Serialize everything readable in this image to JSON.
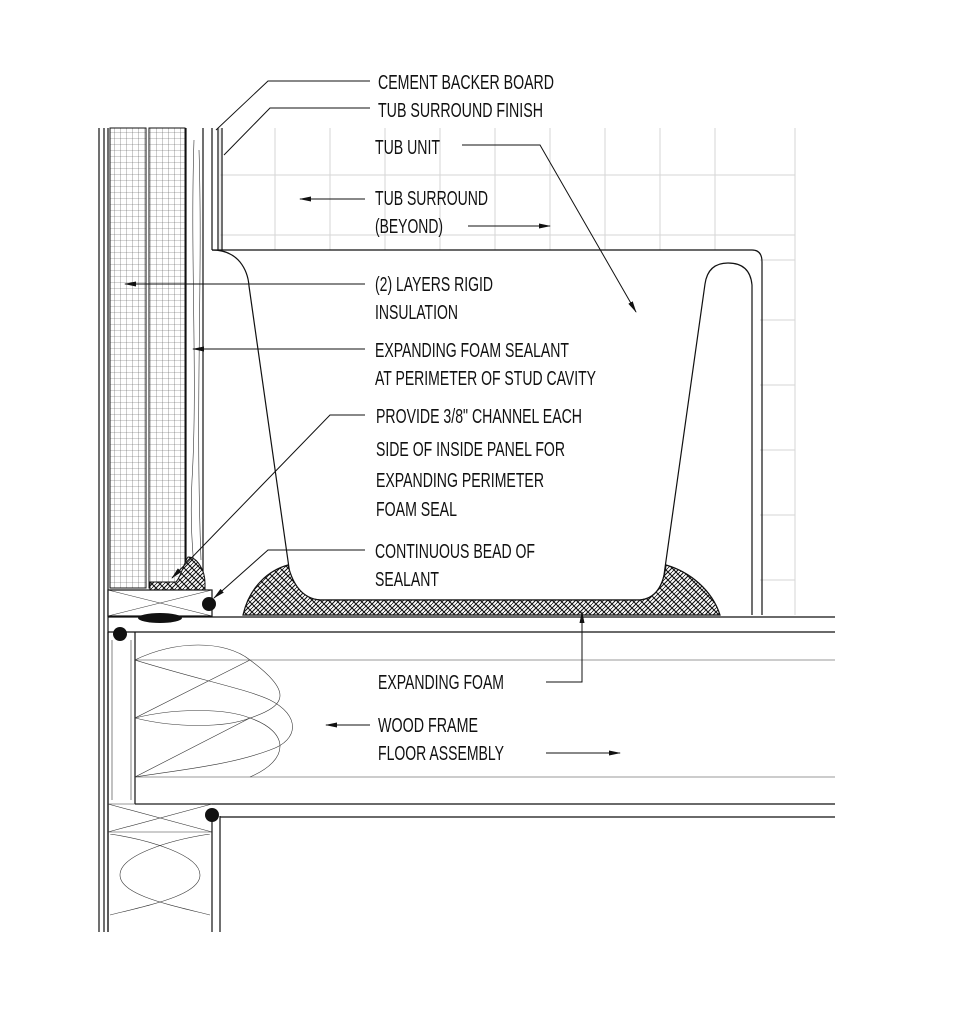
{
  "labels": {
    "cement_backer_board": "CEMENT BACKER BOARD",
    "tub_surround_finish": "TUB SURROUND FINISH",
    "tub_unit": "TUB UNIT",
    "tub_surround_1": "TUB SURROUND",
    "tub_surround_2": "(BEYOND)",
    "rigid_insulation_1": "(2) LAYERS RIGID",
    "rigid_insulation_2": "INSULATION",
    "foam_sealant_1": "EXPANDING FOAM SEALANT",
    "foam_sealant_2": "AT PERIMETER OF STUD CAVITY",
    "channel_1": "PROVIDE 3/8\" CHANNEL EACH",
    "channel_2": "SIDE OF INSIDE PANEL FOR",
    "channel_3": "EXPANDING PERIMETER",
    "channel_4": "FOAM SEAL",
    "sealant_bead_1": "CONTINUOUS BEAD OF",
    "sealant_bead_2": "SEALANT",
    "expanding_foam": "EXPANDING FOAM",
    "floor_1": "WOOD FRAME",
    "floor_2": "FLOOR ASSEMBLY"
  },
  "colors": {
    "line": "#111111",
    "tile_grid": "#d6d6d6",
    "background": "#ffffff"
  }
}
